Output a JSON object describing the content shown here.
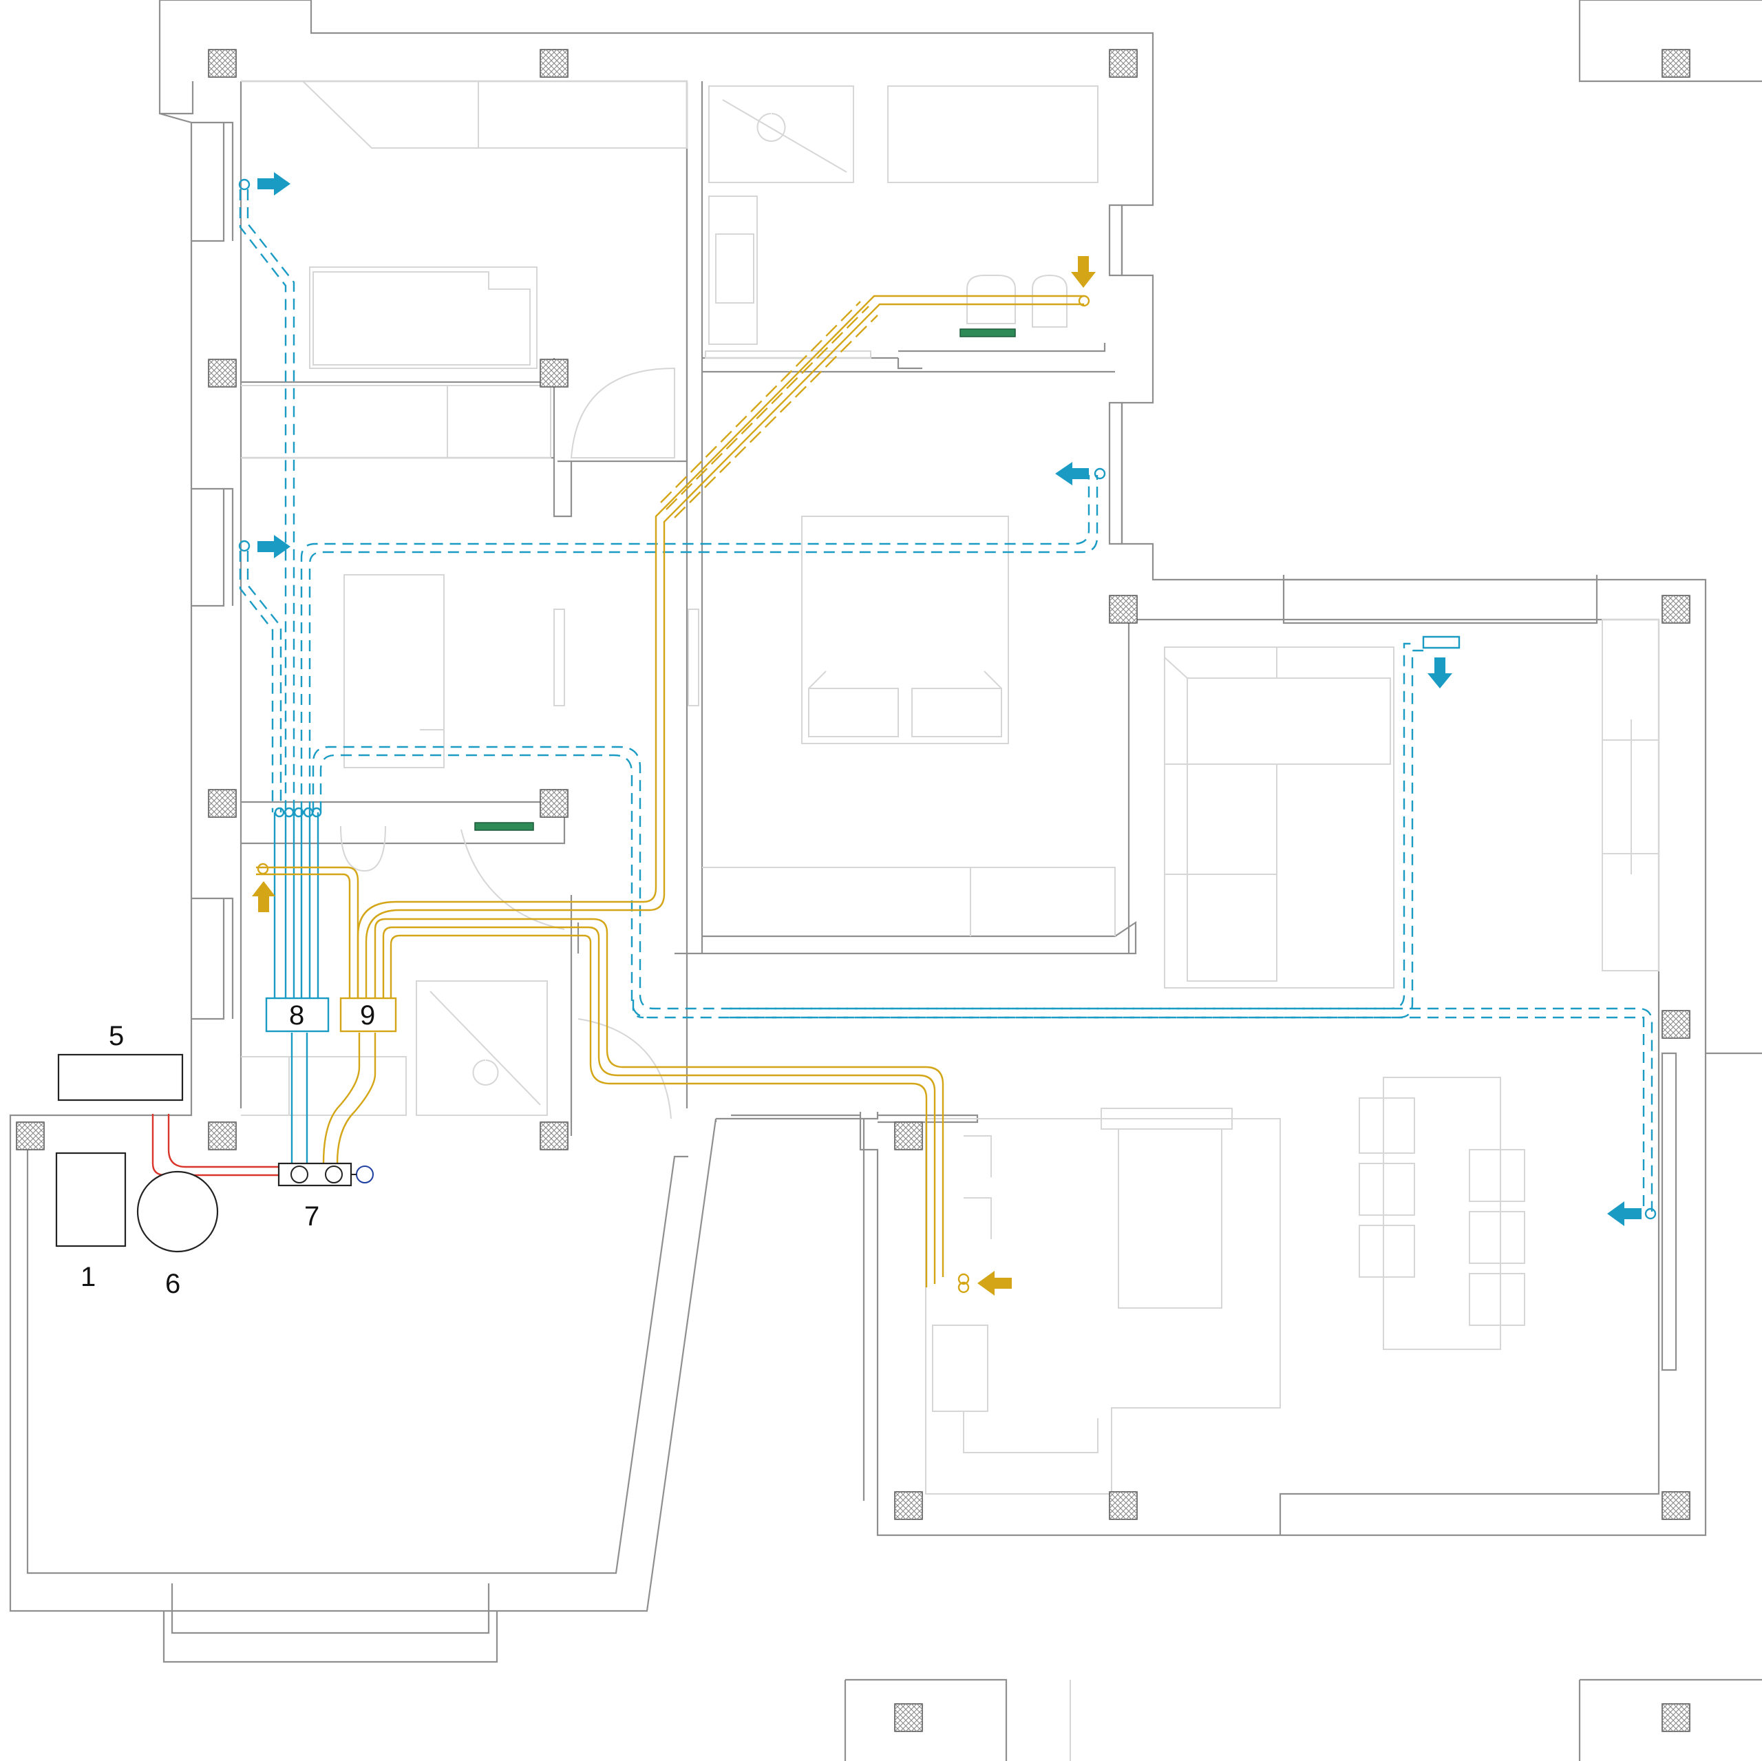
{
  "colors": {
    "supply": "#1a9bc4",
    "extract": "#d4a617",
    "outdoor": "#d9352a",
    "valve": "#2e8b57",
    "wall": "#8f8f8f",
    "furniture": "#d6d6d6"
  },
  "legend_numbers": {
    "unit_1": "1",
    "unit_5": "5",
    "unit_6": "6",
    "manifold_7": "7",
    "box_8": "8",
    "box_9": "9"
  },
  "icons": {
    "supply_terminal": "arrow-icon-blue",
    "extract_terminal": "arrow-icon-yellow",
    "transfer_grille": "grille-icon-green",
    "column": "hatched-square-icon"
  }
}
